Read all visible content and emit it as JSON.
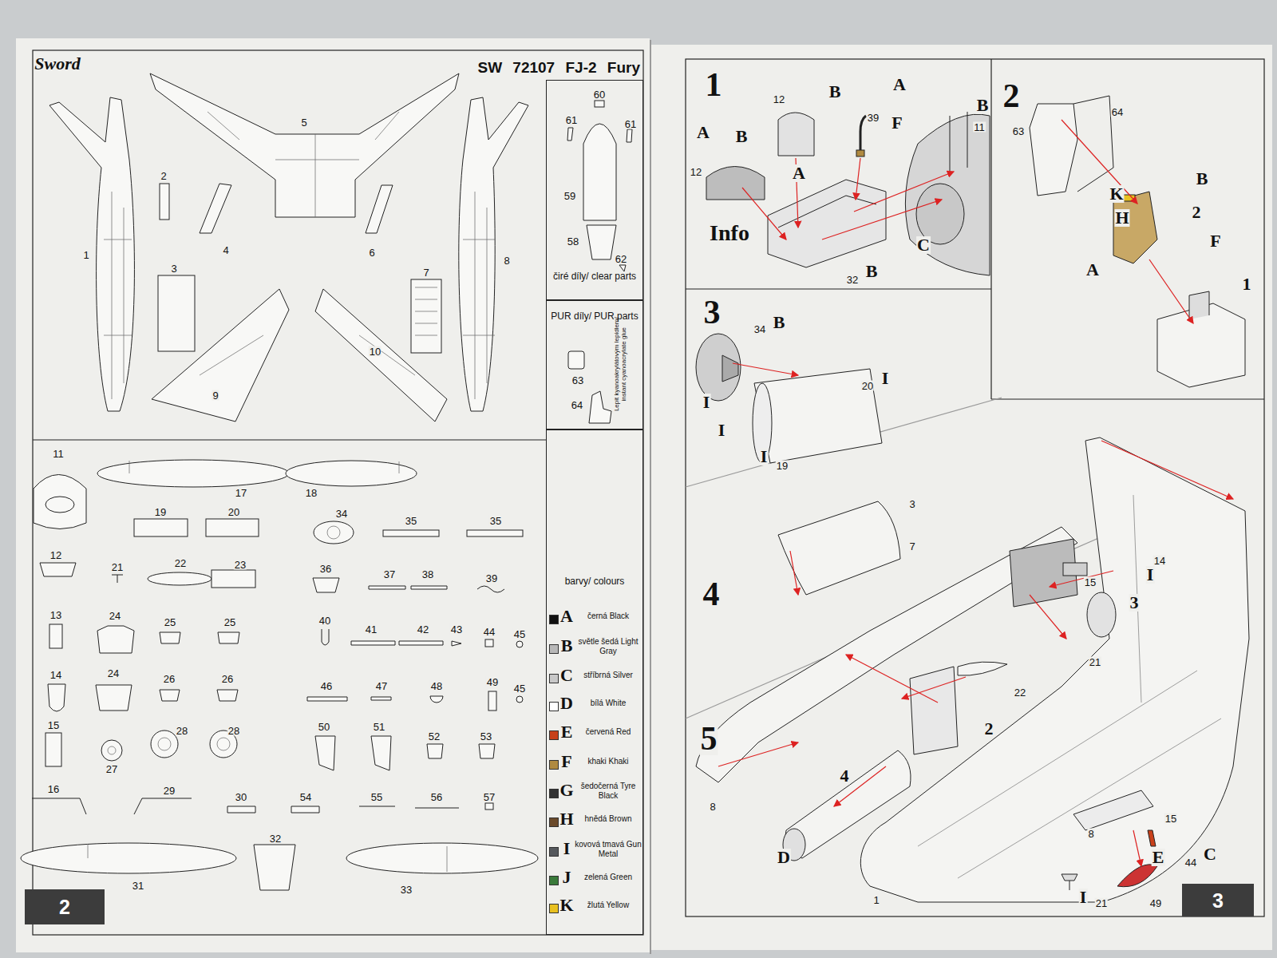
{
  "diagram": {
    "title": "SW 72107 FJ-2 Fury",
    "nodes": [
      {
        "text": [
          "čiré díly/ clear parts"
        ]
      },
      {
        "text": [
          "PUR díly/ PUR parts",
          "Lepit kyanoakrylátovým lepidlem/ instant cyanoacrylate glue"
        ]
      },
      {
        "text": [
          "barvy/ colours"
        ]
      },
      {
        "text": [
          "2"
        ]
      },
      {
        "text": [
          "3"
        ]
      }
    ],
    "labels": [
      "Sword",
      "5",
      "2",
      "1",
      "4",
      "6",
      "3",
      "7",
      "8",
      "9",
      "10",
      "60",
      "61",
      "61",
      "59",
      "58",
      "62",
      "63",
      "64",
      "11",
      "17",
      "18",
      "19",
      "20",
      "34",
      "35",
      "35",
      "12",
      "21",
      "22",
      "23",
      "36",
      "37",
      "38",
      "39",
      "13",
      "24",
      "25",
      "25",
      "40",
      "41",
      "42",
      "43",
      "44",
      "45",
      "14",
      "24",
      "26",
      "26",
      "46",
      "47",
      "48",
      "49",
      "45",
      "15",
      "27",
      "28",
      "28",
      "50",
      "51",
      "52",
      "53",
      "16",
      "29",
      "30",
      "54",
      "55",
      "56",
      "57",
      "32",
      "31",
      "33",
      "A",
      "B",
      "C",
      "D",
      "E",
      "F",
      "G",
      "H",
      "I",
      "J",
      "K",
      "1",
      "12",
      "B",
      "A",
      "39",
      "F",
      "B",
      "11",
      "A",
      "B",
      "12",
      "Info",
      "A",
      "C",
      "32",
      "B",
      "2",
      "64",
      "63",
      "B",
      "K",
      "2",
      "H",
      "F",
      "A",
      "1",
      "3",
      "34",
      "B",
      "20",
      "I",
      "I",
      "I",
      "I",
      "19",
      "4",
      "3",
      "7",
      "14",
      "15",
      "I",
      "3",
      "21",
      "22",
      "5",
      "2",
      "4",
      "8",
      "D",
      "1",
      "8",
      "15",
      "E",
      "44",
      "C",
      "I",
      "21",
      "49"
    ],
    "legend": [
      {
        "text": "černá Black",
        "color": "#111111"
      },
      {
        "text": "světle šedá Light Gray",
        "color": "#b8b8b8"
      },
      {
        "text": "stříbrná Silver",
        "color": "#c8c8c8"
      },
      {
        "text": "bílá White",
        "color": "#ffffff"
      },
      {
        "text": "červená Red",
        "color": "#c8401a"
      },
      {
        "text": "khaki Khaki",
        "color": "#b08a40"
      },
      {
        "text": "šedočerná Tyre Black",
        "color": "#333333"
      },
      {
        "text": "hnědá Brown",
        "color": "#6b4a2a"
      },
      {
        "text": "kovová tmavá Gun Metal",
        "color": "#55585c"
      },
      {
        "text": "zelená Green",
        "color": "#3a7a3a"
      },
      {
        "text": "žlutá Yellow",
        "color": "#e8c020"
      }
    ]
  }
}
